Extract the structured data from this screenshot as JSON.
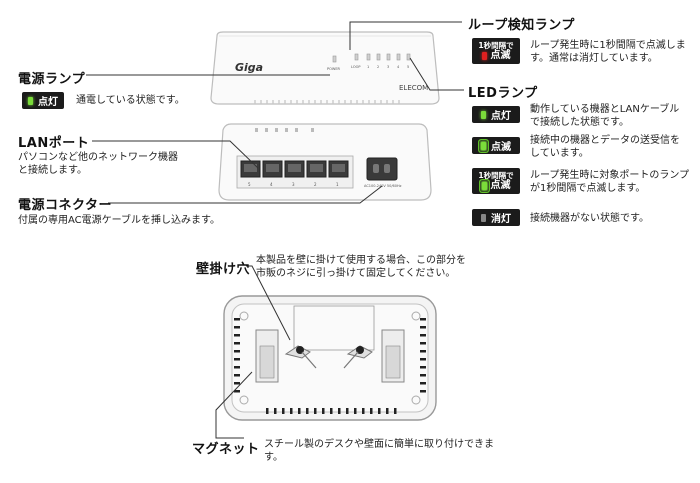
{
  "loop_lamp": {
    "title": "ループ検知ランプ",
    "badge_line1": "1秒間隔で",
    "badge_line2": "点滅",
    "desc": "ループ発生時に1秒間隔で点滅します。通常は消灯しています。"
  },
  "power_lamp": {
    "title": "電源ランプ",
    "badge": "点灯",
    "desc": "通電している状態です。"
  },
  "led_lamp": {
    "title": "LEDランプ",
    "items": [
      {
        "badge": "点灯",
        "desc": "動作している機器とLANケーブルで接続した状態です。"
      },
      {
        "badge": "点滅",
        "desc": "接続中の機器とデータの送受信をしています。"
      },
      {
        "badge_line1": "1秒間隔で",
        "badge_line2": "点滅",
        "desc": "ループ発生時に対象ポートのランプが1秒間隔で点滅します。"
      },
      {
        "badge": "消灯",
        "desc": "接続機器がない状態です。"
      }
    ]
  },
  "lan_port": {
    "title": "LANポート",
    "desc": "パソコンなど他のネットワーク機器と接続します。"
  },
  "power_connector": {
    "title": "電源コネクター",
    "desc": "付属の専用AC電源ケーブルを挿し込みます。"
  },
  "wall_hole": {
    "title": "壁掛け穴",
    "desc": "本製品を壁に掛けて使用する場合、この部分を市販のネジに引っ掛けて固定してください。"
  },
  "magnet": {
    "title": "マグネット",
    "desc": "スチール製のデスクや壁面に簡単に取り付けできます。"
  },
  "device": {
    "brand_logo": "Giga",
    "maker": "ELECOM",
    "front_labels": [
      "POWER",
      "LOOP",
      "1",
      "2",
      "3",
      "4",
      "5"
    ],
    "back_port_numbers": [
      "5",
      "4",
      "3",
      "2",
      "1"
    ],
    "power_rating": "AC100-240V 50/60Hz"
  },
  "colors": {
    "led_green": "#7bdc3a",
    "led_red": "#e02020",
    "badge_bg": "#1b1b1b"
  }
}
